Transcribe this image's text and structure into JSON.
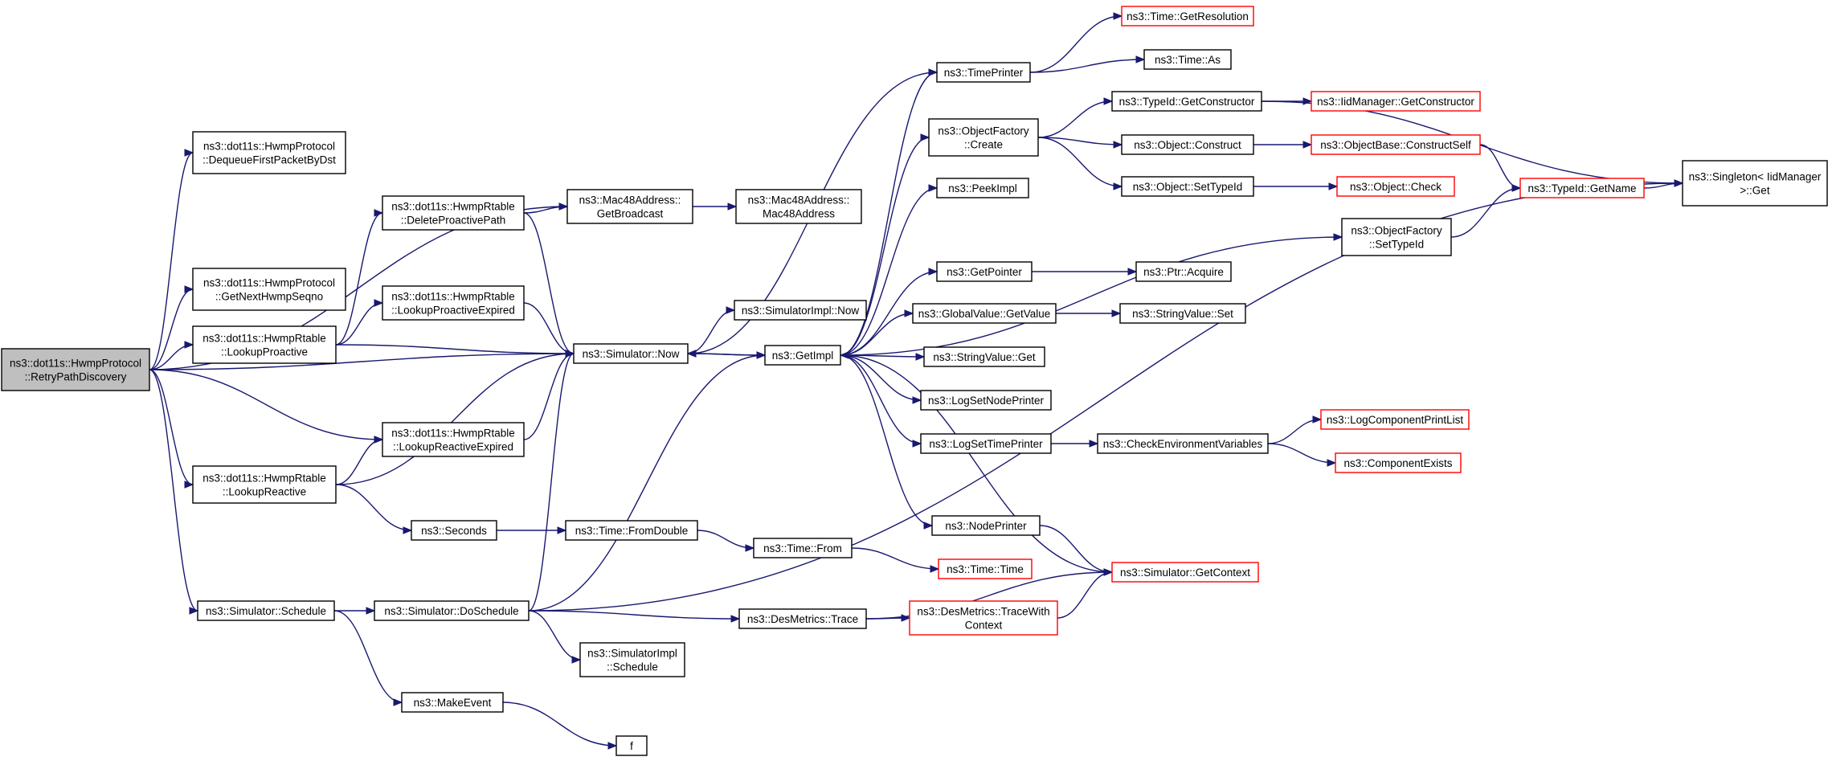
{
  "graph": {
    "title": "",
    "nodes": [
      {
        "id": "retry",
        "lines": [
          "ns3::dot11s::HwmpProtocol",
          "::RetryPathDiscovery"
        ],
        "style": "root"
      },
      {
        "id": "dequeue",
        "lines": [
          "ns3::dot11s::HwmpProtocol",
          "::DequeueFirstPacketByDst"
        ],
        "style": "normal"
      },
      {
        "id": "getnexthwmp",
        "lines": [
          "ns3::dot11s::HwmpProtocol",
          "::GetNextHwmpSeqno"
        ],
        "style": "normal"
      },
      {
        "id": "lookupproactive",
        "lines": [
          "ns3::dot11s::HwmpRtable",
          "::LookupProactive"
        ],
        "style": "normal"
      },
      {
        "id": "lookupreactive",
        "lines": [
          "ns3::dot11s::HwmpRtable",
          "::LookupReactive"
        ],
        "style": "normal"
      },
      {
        "id": "simschedule",
        "lines": [
          "ns3::Simulator::Schedule"
        ],
        "style": "normal"
      },
      {
        "id": "deleteproactive",
        "lines": [
          "ns3::dot11s::HwmpRtable",
          "::DeleteProactivePath"
        ],
        "style": "normal"
      },
      {
        "id": "lookupproactiveexp",
        "lines": [
          "ns3::dot11s::HwmpRtable",
          "::LookupProactiveExpired"
        ],
        "style": "normal"
      },
      {
        "id": "lookupreactiveexp",
        "lines": [
          "ns3::dot11s::HwmpRtable",
          "::LookupReactiveExpired"
        ],
        "style": "normal"
      },
      {
        "id": "seconds",
        "lines": [
          "ns3::Seconds"
        ],
        "style": "normal"
      },
      {
        "id": "doschedule",
        "lines": [
          "ns3::Simulator::DoSchedule"
        ],
        "style": "normal"
      },
      {
        "id": "makeevent",
        "lines": [
          "ns3::MakeEvent"
        ],
        "style": "normal"
      },
      {
        "id": "macbcast",
        "lines": [
          "ns3::Mac48Address::",
          "GetBroadcast"
        ],
        "style": "normal"
      },
      {
        "id": "simnow",
        "lines": [
          "ns3::Simulator::Now"
        ],
        "style": "normal"
      },
      {
        "id": "fromdouble",
        "lines": [
          "ns3::Time::FromDouble"
        ],
        "style": "normal"
      },
      {
        "id": "simimplsched",
        "lines": [
          "ns3::SimulatorImpl",
          "::Schedule"
        ],
        "style": "normal"
      },
      {
        "id": "f",
        "lines": [
          "f"
        ],
        "style": "normal"
      },
      {
        "id": "macctor",
        "lines": [
          "ns3::Mac48Address::",
          "Mac48Address"
        ],
        "style": "normal"
      },
      {
        "id": "simimplnow",
        "lines": [
          "ns3::SimulatorImpl::Now"
        ],
        "style": "normal"
      },
      {
        "id": "getimpl",
        "lines": [
          "ns3::GetImpl"
        ],
        "style": "normal"
      },
      {
        "id": "timefrom",
        "lines": [
          "ns3::Time::From"
        ],
        "style": "normal"
      },
      {
        "id": "desmetrics",
        "lines": [
          "ns3::DesMetrics::Trace"
        ],
        "style": "normal"
      },
      {
        "id": "timeprinter",
        "lines": [
          "ns3::TimePrinter"
        ],
        "style": "normal"
      },
      {
        "id": "objfactcreate",
        "lines": [
          "ns3::ObjectFactory",
          "::Create"
        ],
        "style": "normal"
      },
      {
        "id": "peekimpl",
        "lines": [
          "ns3::PeekImpl"
        ],
        "style": "normal"
      },
      {
        "id": "getpointer",
        "lines": [
          "ns3::GetPointer"
        ],
        "style": "normal"
      },
      {
        "id": "gvgetvalue",
        "lines": [
          "ns3::GlobalValue::GetValue"
        ],
        "style": "normal"
      },
      {
        "id": "svget",
        "lines": [
          "ns3::StringValue::Get"
        ],
        "style": "normal"
      },
      {
        "id": "logsetnode",
        "lines": [
          "ns3::LogSetNodePrinter"
        ],
        "style": "normal"
      },
      {
        "id": "logsettime",
        "lines": [
          "ns3::LogSetTimePrinter"
        ],
        "style": "normal"
      },
      {
        "id": "nodeprinter",
        "lines": [
          "ns3::NodePrinter"
        ],
        "style": "normal"
      },
      {
        "id": "timetime",
        "lines": [
          "ns3::Time::Time"
        ],
        "style": "red"
      },
      {
        "id": "tracewithctx",
        "lines": [
          "ns3::DesMetrics::TraceWith",
          "Context"
        ],
        "style": "red"
      },
      {
        "id": "timegetres",
        "lines": [
          "ns3::Time::GetResolution"
        ],
        "style": "red"
      },
      {
        "id": "timeas",
        "lines": [
          "ns3::Time::As"
        ],
        "style": "normal"
      },
      {
        "id": "typeidgetctor",
        "lines": [
          "ns3::TypeId::GetConstructor"
        ],
        "style": "normal"
      },
      {
        "id": "objconstruct",
        "lines": [
          "ns3::Object::Construct"
        ],
        "style": "normal"
      },
      {
        "id": "objsettypeid",
        "lines": [
          "ns3::Object::SetTypeId"
        ],
        "style": "normal"
      },
      {
        "id": "objfactsettypeid",
        "lines": [
          "ns3::ObjectFactory",
          "::SetTypeId"
        ],
        "style": "normal"
      },
      {
        "id": "ptracquire",
        "lines": [
          "ns3::Ptr::Acquire"
        ],
        "style": "normal"
      },
      {
        "id": "svset",
        "lines": [
          "ns3::StringValue::Set"
        ],
        "style": "normal"
      },
      {
        "id": "checkenv",
        "lines": [
          "ns3::CheckEnvironmentVariables"
        ],
        "style": "normal"
      },
      {
        "id": "simgetctx",
        "lines": [
          "ns3::Simulator::GetContext"
        ],
        "style": "red"
      },
      {
        "id": "iidgetctor",
        "lines": [
          "ns3::IidManager::GetConstructor"
        ],
        "style": "red"
      },
      {
        "id": "objbaseconstruct",
        "lines": [
          "ns3::ObjectBase::ConstructSelf"
        ],
        "style": "red"
      },
      {
        "id": "objcheck",
        "lines": [
          "ns3::Object::Check"
        ],
        "style": "red"
      },
      {
        "id": "logcompprint",
        "lines": [
          "ns3::LogComponentPrintList"
        ],
        "style": "red"
      },
      {
        "id": "compexists",
        "lines": [
          "ns3::ComponentExists"
        ],
        "style": "red"
      },
      {
        "id": "typeidgetname",
        "lines": [
          "ns3::TypeId::GetName"
        ],
        "style": "red"
      },
      {
        "id": "singleton",
        "lines": [
          "ns3::Singleton< IidManager",
          " >::Get"
        ],
        "style": "normal"
      }
    ],
    "edges": [
      [
        "retry",
        "dequeue"
      ],
      [
        "retry",
        "macbcast"
      ],
      [
        "retry",
        "getnexthwmp"
      ],
      [
        "retry",
        "lookupproactive"
      ],
      [
        "retry",
        "simnow"
      ],
      [
        "retry",
        "lookupreactiveexp"
      ],
      [
        "retry",
        "lookupreactive"
      ],
      [
        "retry",
        "simschedule"
      ],
      [
        "lookupproactive",
        "deleteproactive"
      ],
      [
        "lookupproactive",
        "lookupproactiveexp"
      ],
      [
        "lookupproactive",
        "simnow"
      ],
      [
        "deleteproactive",
        "macbcast"
      ],
      [
        "deleteproactive",
        "simnow"
      ],
      [
        "lookupproactiveexp",
        "simnow"
      ],
      [
        "lookupreactive",
        "lookupreactiveexp"
      ],
      [
        "lookupreactive",
        "simnow"
      ],
      [
        "lookupreactive",
        "seconds"
      ],
      [
        "lookupreactiveexp",
        "simnow"
      ],
      [
        "seconds",
        "fromdouble"
      ],
      [
        "fromdouble",
        "timefrom"
      ],
      [
        "timefrom",
        "timetime"
      ],
      [
        "simschedule",
        "doschedule"
      ],
      [
        "simschedule",
        "makeevent"
      ],
      [
        "makeevent",
        "f"
      ],
      [
        "doschedule",
        "simnow"
      ],
      [
        "doschedule",
        "getimpl"
      ],
      [
        "doschedule",
        "desmetrics"
      ],
      [
        "doschedule",
        "simimplsched"
      ],
      [
        "doschedule",
        "singleton"
      ],
      [
        "macbcast",
        "macctor"
      ],
      [
        "simnow",
        "simimplnow"
      ],
      [
        "simnow",
        "getimpl"
      ],
      [
        "getimpl",
        "timeprinter"
      ],
      [
        "getimpl",
        "objfactcreate"
      ],
      [
        "getimpl",
        "peekimpl"
      ],
      [
        "getimpl",
        "getpointer"
      ],
      [
        "getimpl",
        "gvgetvalue"
      ],
      [
        "getimpl",
        "svget"
      ],
      [
        "getimpl",
        "logsetnode"
      ],
      [
        "getimpl",
        "logsettime"
      ],
      [
        "getimpl",
        "nodeprinter"
      ],
      [
        "getimpl",
        "objfactsettypeid"
      ],
      [
        "getimpl",
        "simnow"
      ],
      [
        "timeprinter",
        "timegetres"
      ],
      [
        "timeprinter",
        "timeas"
      ],
      [
        "timeprinter",
        "simnow"
      ],
      [
        "objfactcreate",
        "typeidgetctor"
      ],
      [
        "objfactcreate",
        "objconstruct"
      ],
      [
        "objfactcreate",
        "objsettypeid"
      ],
      [
        "typeidgetctor",
        "iidgetctor"
      ],
      [
        "typeidgetctor",
        "singleton"
      ],
      [
        "objconstruct",
        "objbaseconstruct"
      ],
      [
        "objbaseconstruct",
        "typeidgetname"
      ],
      [
        "objsettypeid",
        "objcheck"
      ],
      [
        "objfactsettypeid",
        "typeidgetname"
      ],
      [
        "typeidgetname",
        "singleton"
      ],
      [
        "getpointer",
        "ptracquire"
      ],
      [
        "gvgetvalue",
        "svset"
      ],
      [
        "logsettime",
        "checkenv"
      ],
      [
        "checkenv",
        "logcompprint"
      ],
      [
        "checkenv",
        "compexists"
      ],
      [
        "nodeprinter",
        "simgetctx"
      ],
      [
        "simgetctx",
        "getimpl"
      ],
      [
        "desmetrics",
        "tracewithctx"
      ],
      [
        "desmetrics",
        "simgetctx"
      ],
      [
        "tracewithctx",
        "simgetctx"
      ]
    ]
  }
}
